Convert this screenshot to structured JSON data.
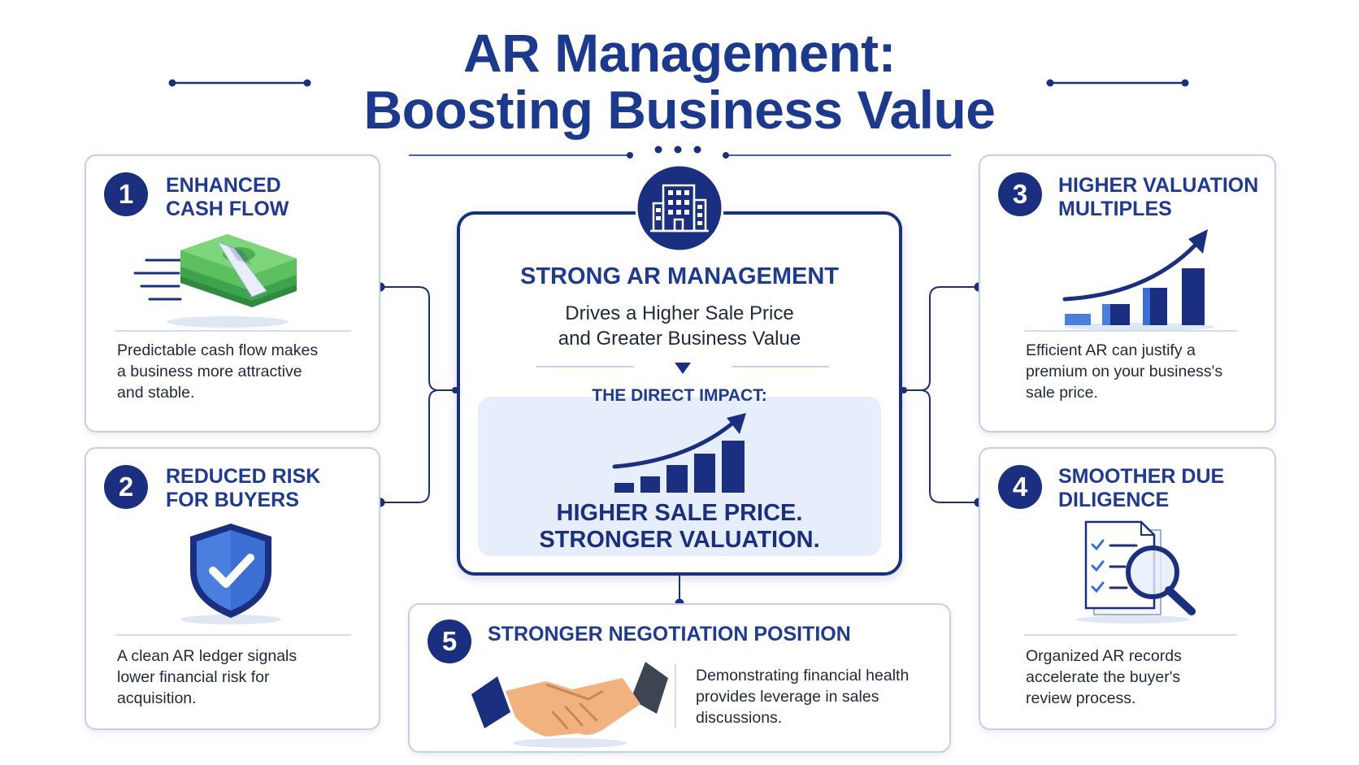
{
  "title": {
    "line1": "AR Management:",
    "line2": "Boosting Business Value"
  },
  "center": {
    "heading": "STRONG AR MANAGEMENT",
    "subtitle_line1": "Drives a Higher Sale Price",
    "subtitle_line2": "and Greater Business Value",
    "impact_label": "THE DIRECT IMPACT:",
    "impact_line1": "HIGHER SALE PRICE.",
    "impact_line2": "STRONGER VALUATION.",
    "icon": "office-building-icon"
  },
  "cards": [
    {
      "number": "1",
      "title_line1": "ENHANCED",
      "title_line2": "CASH FLOW",
      "desc": [
        "Predictable cash flow makes",
        "a business more attractive",
        "and stable."
      ],
      "icon": "money-stack-icon"
    },
    {
      "number": "2",
      "title_line1": "REDUCED RISK",
      "title_line2": "FOR BUYERS",
      "desc": [
        "A clean AR ledger signals",
        "lower financial risk for",
        "acquisition."
      ],
      "icon": "shield-check-icon"
    },
    {
      "number": "3",
      "title_line1": "HIGHER VALUATION",
      "title_line2": "MULTIPLES",
      "desc": [
        "Efficient AR can justify a",
        "premium on your business's",
        "sale price."
      ],
      "icon": "growth-chart-icon"
    },
    {
      "number": "4",
      "title_line1": "SMOOTHER DUE",
      "title_line2": "DILIGENCE",
      "desc": [
        "Organized AR records",
        "accelerate the buyer's",
        "review process."
      ],
      "icon": "checklist-magnifier-icon"
    },
    {
      "number": "5",
      "title_line1": "STRONGER NEGOTIATION POSITION",
      "desc": [
        "Demonstrating financial health",
        "provides leverage in sales",
        "discussions."
      ],
      "icon": "handshake-icon"
    }
  ],
  "colors": {
    "navy": "#1b2f80",
    "title_blue": "#1e3a92",
    "panel": "#e6eefb",
    "money_green": "#4caf50",
    "shield_blue": "#3b6fd4"
  }
}
